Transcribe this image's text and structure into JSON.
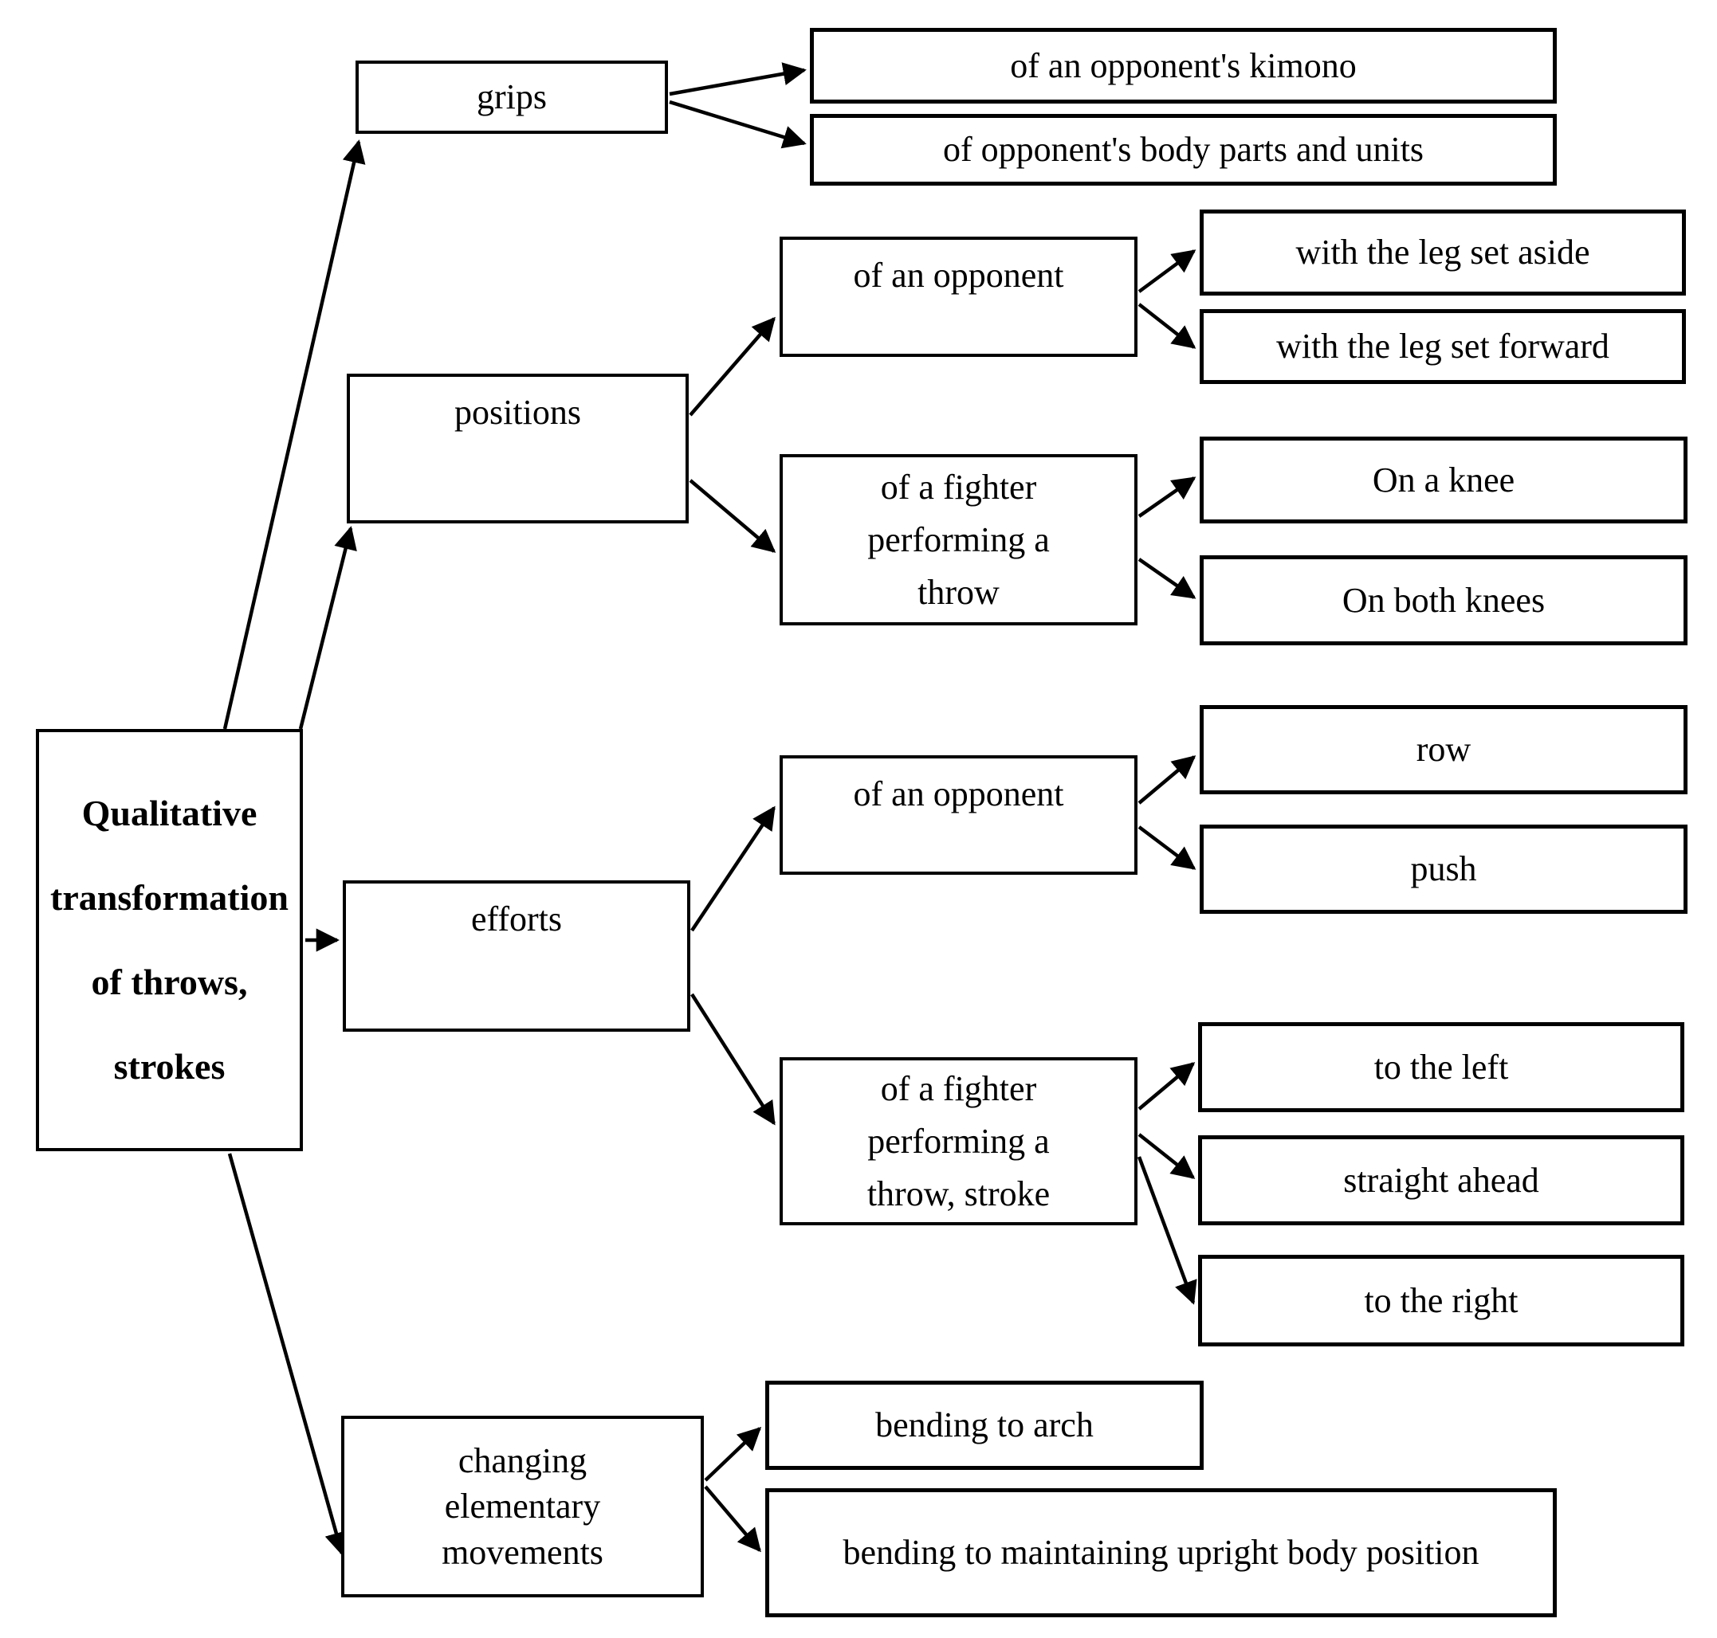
{
  "diagram": {
    "title": "Qualitative transformation of throws, strokes",
    "colors": {
      "line": "#000000",
      "box_border": "#000000",
      "box_bg": "#ffffff",
      "text": "#000000"
    },
    "nodes": {
      "root": "Qualitative\ntransformation\nof throws,\nstrokes",
      "grips": "grips",
      "positions": "positions",
      "efforts": "efforts",
      "changing": "changing\nelementary\nmovements",
      "pos_opponent": "of an opponent",
      "pos_fighter": "of a fighter\nperforming a\nthrow",
      "eff_opponent": "of an opponent",
      "eff_fighter": "of a fighter\nperforming a\nthrow, stroke",
      "kimono": "of an opponent's kimono",
      "body_parts": "of opponent's body parts and units",
      "leg_aside": "with the leg set aside",
      "leg_forward": "with the leg set forward",
      "knee_one": "On a knee",
      "knee_both": "On both knees",
      "row": "row",
      "push": "push",
      "to_left": "to the left",
      "straight_ahead": "straight ahead",
      "to_right": "to the right",
      "arch": "bending to arch",
      "upright": "bending to maintaining upright body position"
    }
  }
}
